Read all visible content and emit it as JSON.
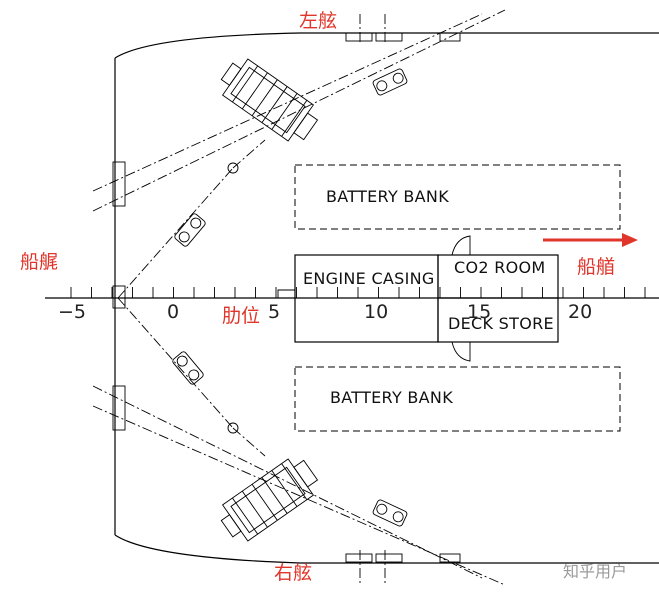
{
  "labels": {
    "port": "左舷",
    "starboard": "右舷",
    "stern": "船艉",
    "bow": "船艏",
    "frame": "肋位",
    "battery_top": "BATTERY BANK",
    "battery_bottom": "BATTERY BANK",
    "engine_casing": "ENGINE CASING",
    "co2_room": "CO2 ROOM",
    "deck_store": "DECK STORE",
    "watermark": "知乎用户"
  },
  "axis_ticks": [
    "−5",
    "0",
    "5",
    "10",
    "15",
    "20"
  ],
  "colors": {
    "annotation": "#e0352b",
    "line": "#000000",
    "watermark": "#9a9a9a"
  }
}
